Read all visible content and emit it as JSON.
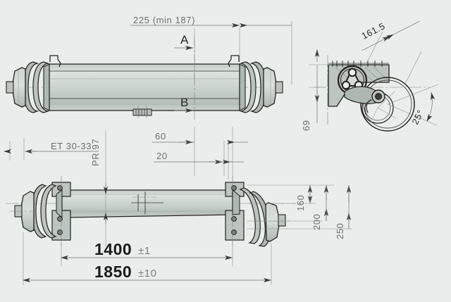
{
  "drawing": {
    "title": "Torsion axle assembly drawing",
    "sheet_color": "#e9eeec",
    "line_color": "#23211f",
    "dim_color": "#6f7472"
  },
  "views": {
    "top_view": {
      "name": "plan-view",
      "dimensions": {
        "overhang": "225 (min 187)",
        "section_a": "A",
        "section_b": "B"
      }
    },
    "front_view": {
      "name": "front-view",
      "dimensions": {
        "offset": "ET 30-33",
        "spring_rating": "PR 97",
        "bracket_outer": "60",
        "bracket_inner": "20",
        "height_160": "160",
        "height_200": "200",
        "height_250": "250",
        "track": "1400",
        "track_tol": "±1",
        "overall": "1850",
        "overall_tol": "±10"
      }
    },
    "detail_view": {
      "name": "section-detail-view",
      "dimensions": {
        "arm_length": "161.5",
        "height_69": "69",
        "angle": "25°"
      }
    }
  },
  "labels": [
    {
      "id": "overhang",
      "text": "225 (min 187)"
    },
    {
      "id": "section-a",
      "text": "A"
    },
    {
      "id": "section-b",
      "text": "B"
    },
    {
      "id": "arm-length",
      "text": "161.5"
    },
    {
      "id": "height-69",
      "text": "69"
    },
    {
      "id": "angle-25",
      "text": "25°"
    },
    {
      "id": "offset-et",
      "text": "ET 30-33"
    },
    {
      "id": "spring-pr",
      "text": "PR 97"
    },
    {
      "id": "dim-60",
      "text": "60"
    },
    {
      "id": "dim-20",
      "text": "20"
    },
    {
      "id": "dim-160",
      "text": "160"
    },
    {
      "id": "dim-200",
      "text": "200"
    },
    {
      "id": "dim-250",
      "text": "250"
    },
    {
      "id": "track",
      "text": "1400"
    },
    {
      "id": "track-tol",
      "text": "±1"
    },
    {
      "id": "overall",
      "text": "1850"
    },
    {
      "id": "overall-tol",
      "text": "±10"
    }
  ]
}
